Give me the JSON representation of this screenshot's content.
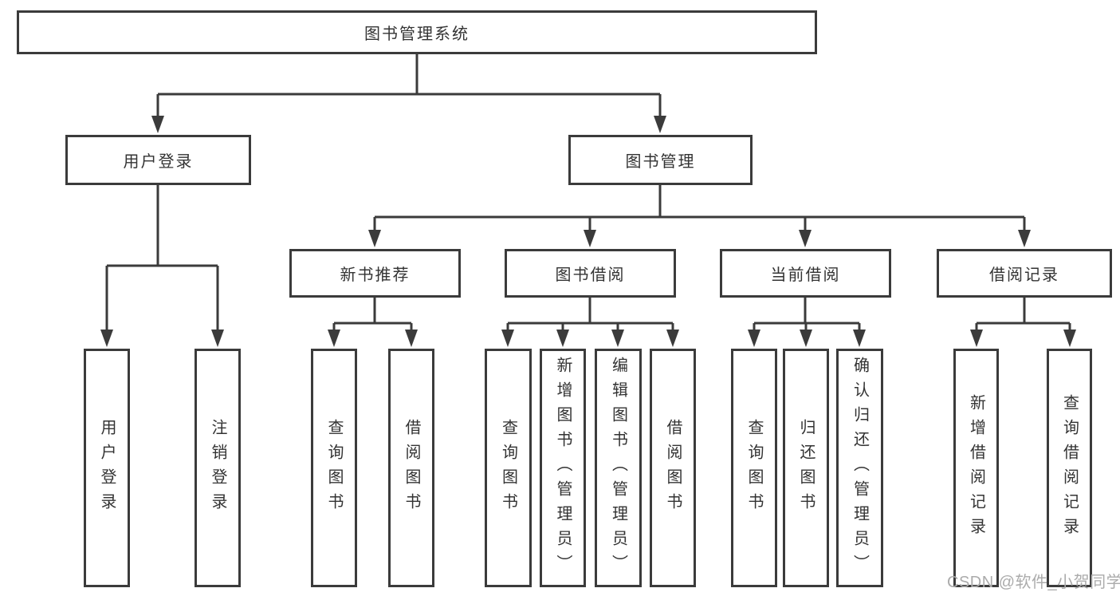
{
  "diagram": {
    "root": {
      "label": "图书管理系统"
    },
    "level2": [
      {
        "label": "用户登录"
      },
      {
        "label": "图书管理"
      }
    ],
    "level3": [
      {
        "label": "新书推荐"
      },
      {
        "label": "图书借阅"
      },
      {
        "label": "当前借阅"
      },
      {
        "label": "借阅记录"
      }
    ],
    "leaves": {
      "user_login": [
        {
          "label": "用户登录"
        },
        {
          "label": "注销登录"
        }
      ],
      "new_books": [
        {
          "label": "查询图书"
        },
        {
          "label": "借阅图书"
        }
      ],
      "book_borrow": [
        {
          "label": "查询图书"
        },
        {
          "label": "新增图书（管理员）"
        },
        {
          "label": "编辑图书（管理员）"
        },
        {
          "label": "借阅图书"
        }
      ],
      "current_borrow": [
        {
          "label": "查询图书"
        },
        {
          "label": "归还图书"
        },
        {
          "label": "确认归还（管理员）"
        }
      ],
      "borrow_records": [
        {
          "label": "新增借阅记录"
        },
        {
          "label": "查询借阅记录"
        }
      ]
    },
    "colors": {
      "line": "#3b3b3b",
      "text": "#333333",
      "box_background": "#ffffff"
    }
  },
  "watermark": {
    "text": "CSDN @软件_小贺同学"
  }
}
